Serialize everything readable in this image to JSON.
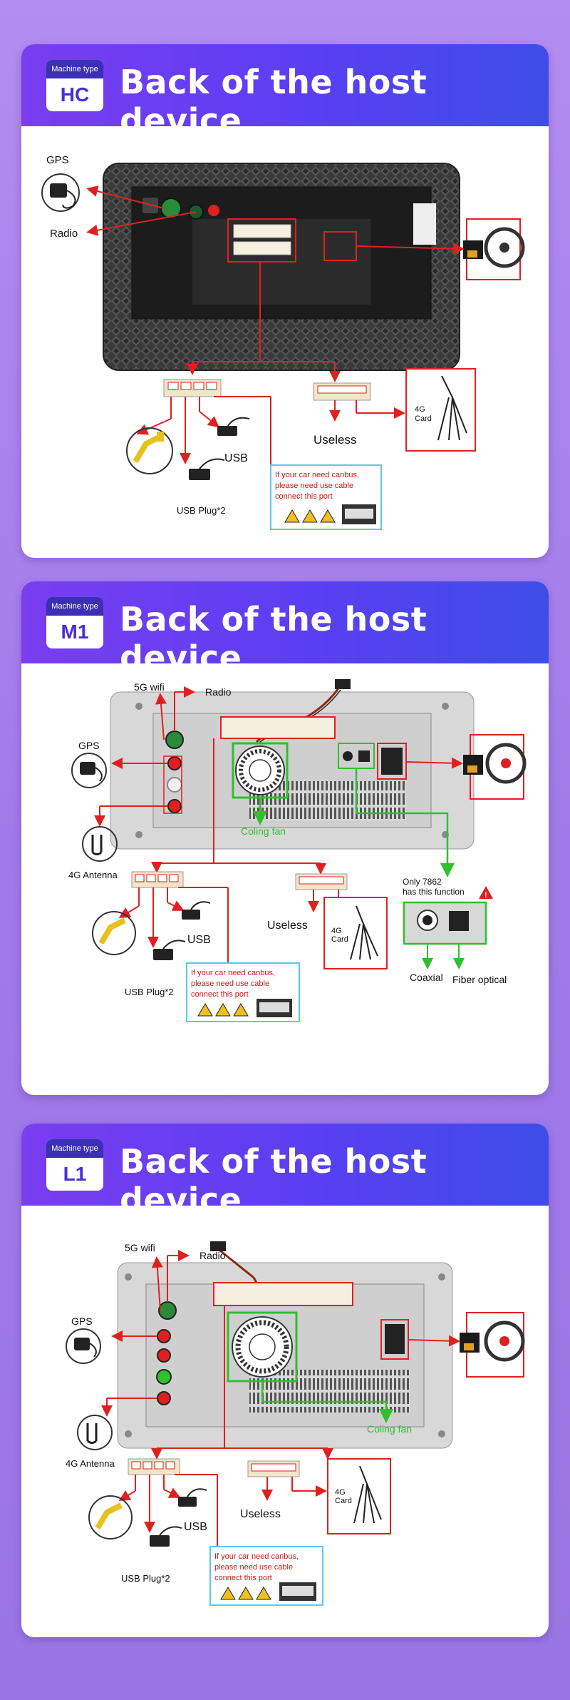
{
  "sections": [
    {
      "badge_label": "Machine type",
      "code": "HC",
      "title": "Back of the host device",
      "labels": {
        "gps": "GPS",
        "radio": "Radio",
        "useless": "Useless",
        "card": "4G\nCard",
        "usb": "USB",
        "usb_plug": "USB Plug*2",
        "canbus": "If your car need canbus, please need use cable connect this port"
      }
    },
    {
      "badge_label": "Machine type",
      "code": "M1",
      "title": "Back of the host device",
      "labels": {
        "wifi": "5G wifi",
        "radio": "Radio",
        "gps": "GPS",
        "antenna": "4G Antenna",
        "fan": "Coling fan",
        "useless": "Useless",
        "card": "4G\nCard",
        "usb": "USB",
        "usb_plug": "USB Plug*2",
        "canbus": "If your car need canbus, please need use cable connect this port",
        "only": "Only 7862\nhas this function",
        "coaxial": "Coaxial",
        "fiber": "Fiber optical"
      }
    },
    {
      "badge_label": "Machine type",
      "code": "L1",
      "title": "Back of the host device",
      "labels": {
        "wifi": "5G wifi",
        "radio": "Radio",
        "gps": "GPS",
        "antenna": "4G Antenna",
        "fan": "Coling fan",
        "useless": "Useless",
        "card": "4G\nCard",
        "usb": "USB",
        "usb_plug": "USB Plug*2",
        "canbus": "If your car need canbus, please need use cable connect this port"
      }
    }
  ],
  "colors": {
    "arrow_red": "#e02020",
    "fan_green": "#2ec02e",
    "canbus_text": "#d01818",
    "canbus_border": "#5cc8e8"
  }
}
